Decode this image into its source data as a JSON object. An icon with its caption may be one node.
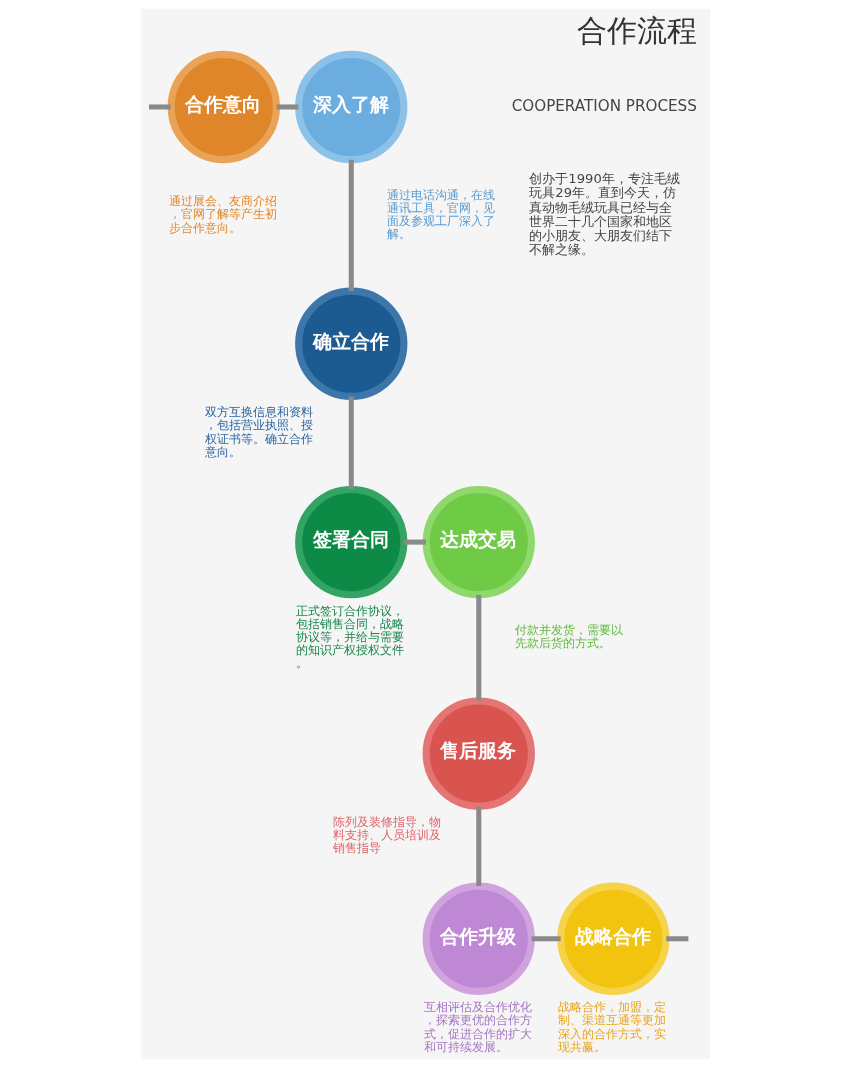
{
  "diagram": {
    "title": "合作流程",
    "nodes": [
      {
        "text": [
          "合作意向"
        ],
        "beside": [
          "通过展会、友商介绍，官网了解等产生初步合作意向。"
        ]
      },
      {
        "text": [
          "深入了解"
        ],
        "beside": [
          "通过电话沟通，在线通讯工具，官网，见面及参观工厂深入了解。"
        ]
      },
      {
        "text": [
          "确立合作"
        ],
        "beside": [
          "双方互换信息和资料，包括营业执照、授权证书等。确立合作意向。"
        ]
      },
      {
        "text": [
          "签署合同"
        ],
        "beside": [
          "正式签订合作协议，包括销售合同，战略协议等，并给与需要的知识产权授权文件。"
        ]
      },
      {
        "text": [
          "达成交易"
        ],
        "beside": [
          "付款并发货，需要以先款后货的方式。"
        ]
      },
      {
        "text": [
          "售后服务"
        ],
        "beside": [
          "陈列及装修指导，物料支持、人员培训及销售指导"
        ]
      },
      {
        "text": [
          "合作升级"
        ],
        "beside": [
          "互相评估及合作优化，探索更优的合作方式，促进合作的扩大和可持续发展。"
        ]
      },
      {
        "text": [
          "战略合作"
        ],
        "beside": [
          "战略合作，加盟，定制、渠道互通等更加深入的合作方式，实现共赢。"
        ]
      }
    ],
    "edges": [
      {
        "from": null,
        "to": 0,
        "arrow": "none"
      },
      {
        "from": 0,
        "to": 1,
        "arrow": "none"
      },
      {
        "from": 1,
        "to": 2,
        "arrow": "none"
      },
      {
        "from": 2,
        "to": 3,
        "arrow": "none"
      },
      {
        "from": 3,
        "to": 4,
        "arrow": "none"
      },
      {
        "from": 4,
        "to": 5,
        "arrow": "none"
      },
      {
        "from": 5,
        "to": 6,
        "arrow": "none"
      },
      {
        "from": 6,
        "to": 7,
        "arrow": "none"
      },
      {
        "from": 7,
        "to": null,
        "arrow": "none"
      }
    ],
    "labels": [
      "COOPERATION PROCESS",
      "创办于1990年，专注毛绒玩具29年。直到今天，仿真动物毛绒玩具已经与全世界二十几个国家和地区的小朋友、大朋友们结下不解之缘。"
    ]
  }
}
